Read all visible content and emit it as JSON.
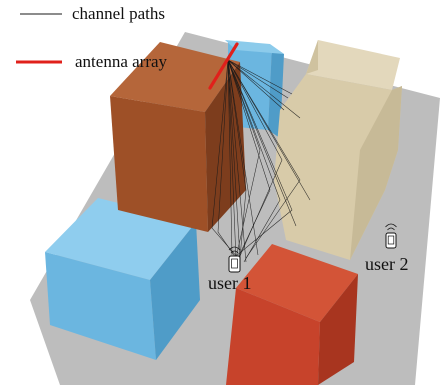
{
  "legend": {
    "channel_paths": "channel paths",
    "antenna_array": "antenna array"
  },
  "users": {
    "user1": "user 1",
    "user2": "user 2"
  },
  "colors": {
    "ground": "#bdbdbd",
    "antenna": "#e0201b",
    "channel_path": "#1a1a1a",
    "antenna_building_front": "#9e5027",
    "antenna_building_top": "#b5663a",
    "antenna_building_side": "#7d3d1d",
    "blue_building": "#6bb6e0",
    "tan_building": "#d8cba9",
    "red_building": "#c7432b"
  },
  "icons": {
    "user_device": "phone-with-signal-icon"
  }
}
